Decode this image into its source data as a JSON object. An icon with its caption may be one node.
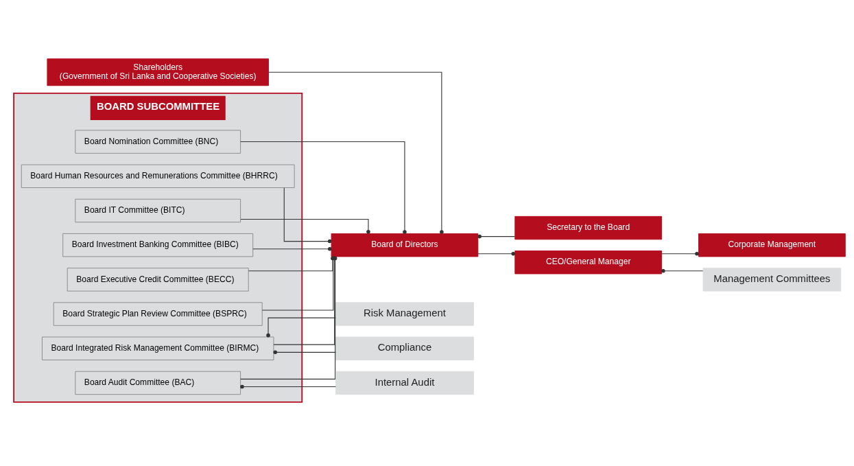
{
  "diagram": {
    "nodes": [
      {
        "text": [
          "BOARD SUBCOMMITTEE"
        ]
      },
      {
        "text": [
          "Board Nomination Committee (BNC)"
        ],
        "in": 0
      },
      {
        "text": [
          "Board Human Resources and Remunerations Committee (BHRRC)"
        ],
        "in": 0
      },
      {
        "text": [
          "Board IT Committee (BITC)"
        ],
        "in": 0
      },
      {
        "text": [
          "Board Investment Banking Committee (BIBC)"
        ],
        "in": 0
      },
      {
        "text": [
          "Board Executive Credit Committee (BECC)"
        ],
        "in": 0
      },
      {
        "text": [
          "Board Integrated Risk Management Committee (BIRMC)"
        ],
        "in": 0
      },
      {
        "text": [
          "Board Audit Committee (BAC)"
        ],
        "in": 0
      },
      {
        "text": [
          "Board Strategic Plan Review Committee (BSPRC)"
        ],
        "in": 0
      },
      {
        "text": [
          "Shareholders",
          "(Government of Sri Lanka and Cooperative Societies)"
        ]
      },
      {
        "text": [
          "Board of Directors"
        ]
      },
      {
        "text": [
          "Secretary to the Board"
        ]
      },
      {
        "text": [
          "CEO/General Manager"
        ]
      },
      {
        "text": [
          "Corporate Management"
        ]
      },
      {
        "text": [
          "Management Committees"
        ]
      },
      {
        "text": [
          "Risk Management"
        ]
      },
      {
        "text": [
          "Compliance"
        ]
      },
      {
        "text": [
          "Internal Audit"
        ]
      }
    ],
    "edges": [
      {
        "from": 9,
        "to": 10,
        "arrow": "other"
      },
      {
        "from": 11,
        "to": 10,
        "arrow": "other"
      },
      {
        "from": 10,
        "to": 12,
        "arrow": "other"
      },
      {
        "from": 14,
        "to": 12,
        "arrow": "other"
      },
      {
        "from": 12,
        "to": 13,
        "arrow": "other"
      },
      {
        "from": 1,
        "to": 10,
        "arrow": "other"
      },
      {
        "from": 2,
        "to": 10,
        "arrow": "other"
      },
      {
        "from": 3,
        "to": 10,
        "arrow": "other"
      },
      {
        "from": 4,
        "to": 10,
        "arrow": "other"
      },
      {
        "from": 5,
        "to": 10,
        "arrow": "other"
      },
      {
        "from": 6,
        "to": 10,
        "arrow": "other"
      },
      {
        "from": 7,
        "to": 10,
        "arrow": "other"
      },
      {
        "from": 8,
        "to": 10,
        "arrow": "other"
      },
      {
        "from": 15,
        "to": 6,
        "arrow": "other"
      },
      {
        "from": 16,
        "to": 6,
        "arrow": "other"
      },
      {
        "from": 17,
        "to": 7,
        "arrow": "other"
      }
    ]
  }
}
